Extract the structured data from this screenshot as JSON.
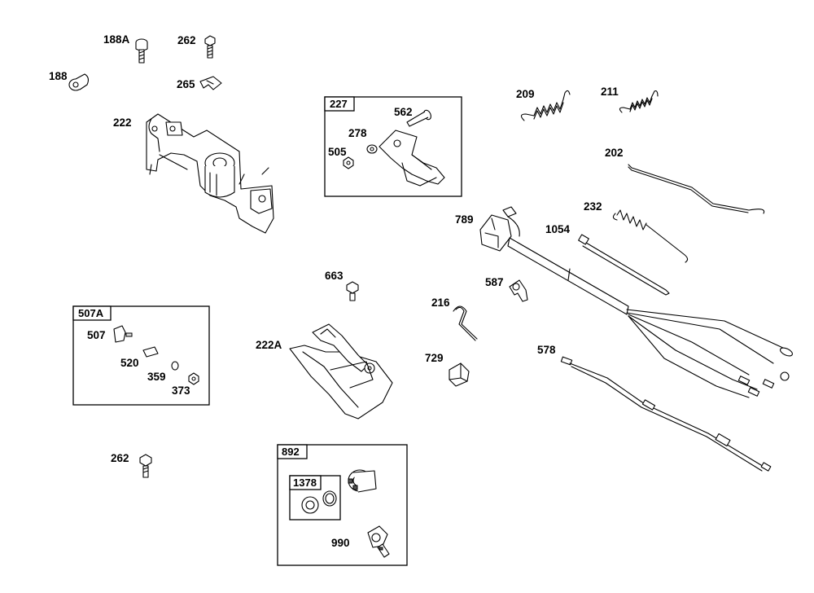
{
  "diagram": {
    "labels": {
      "p188A": "188A",
      "p262a": "262",
      "p188": "188",
      "p265": "265",
      "p222": "222",
      "p227": "227",
      "p562": "562",
      "p278": "278",
      "p505": "505",
      "p209": "209",
      "p211": "211",
      "p202": "202",
      "p232": "232",
      "p789": "789",
      "p1054": "1054",
      "p663": "663",
      "p587": "587",
      "p216": "216",
      "p507A": "507A",
      "p507": "507",
      "p520": "520",
      "p359": "359",
      "p373": "373",
      "p222A": "222A",
      "p729": "729",
      "p578": "578",
      "p262b": "262",
      "p892": "892",
      "p1378": "1378",
      "p990": "990"
    }
  }
}
